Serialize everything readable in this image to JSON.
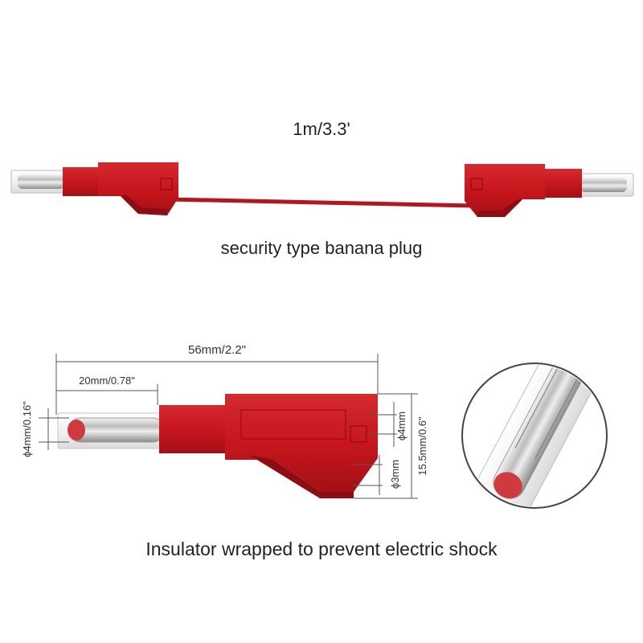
{
  "cable": {
    "length_label": "1m/3.3'",
    "caption": "security type banana plug"
  },
  "dimensions": {
    "overall_length": "56mm/2.2\"",
    "pin_length": "20mm/0.78\"",
    "pin_diameter": "ϕ4mm/0.16\"",
    "socket_diameter": "ϕ4mm",
    "cable_hole_diameter": "ϕ3mm",
    "body_height": "15.5mm/0.6\""
  },
  "bottom_caption": "Insulator wrapped to prevent electric shock",
  "colors": {
    "plug_red": "#c8161d",
    "plug_dark_red": "#9e0f14",
    "accent_green": "#1aa03a",
    "dimension_line": "#555555"
  }
}
